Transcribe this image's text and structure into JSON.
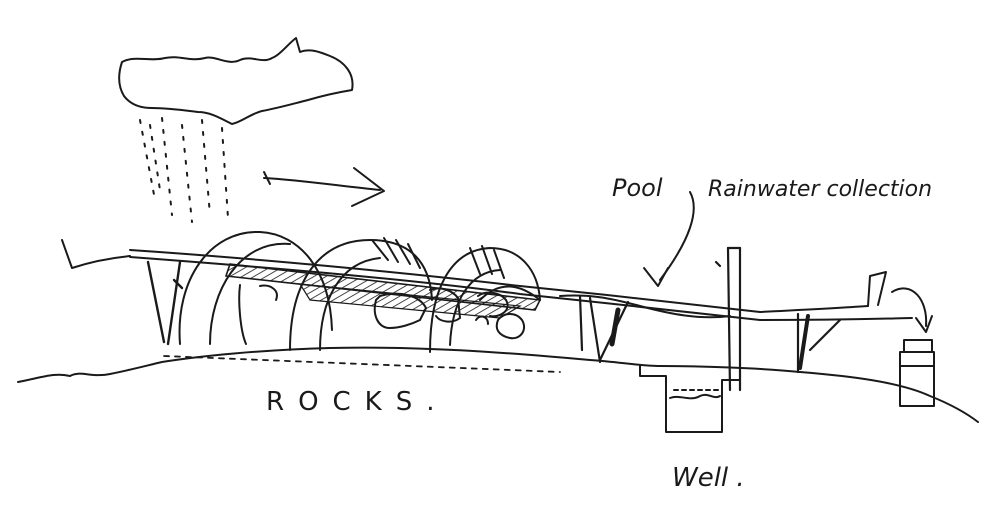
{
  "labels": {
    "pool": "Pool",
    "rainwater": "Rainwater collection",
    "rocks": "ROCKS.",
    "well": "Well ."
  },
  "colors": {
    "ink": "#1a1a1a",
    "paper": "#ffffff"
  }
}
